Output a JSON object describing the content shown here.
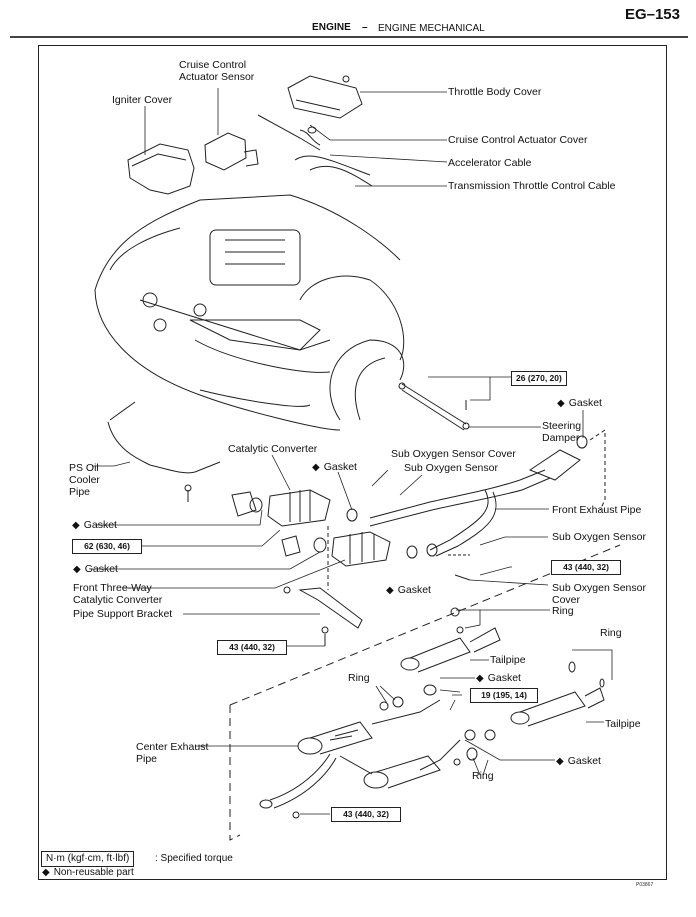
{
  "header": {
    "section": "ENGINE",
    "separator": "–",
    "subsection": "ENGINE MECHANICAL",
    "page": "EG–153"
  },
  "labels": {
    "cruise_control_actuator_sensor": "Cruise Control Actuator Sensor",
    "igniter_cover": "Igniter Cover",
    "throttle_body_cover": "Throttle Body Cover",
    "cruise_control_actuator_cover": "Cruise Control Actuator Cover",
    "accelerator_cable": "Accelerator Cable",
    "transmission_throttle_control_cable": "Transmission Throttle Control Cable",
    "steering_damper": "Steering Damper",
    "gasket_rear_front_pipe": "Gasket",
    "catalytic_converter": "Catalytic Converter",
    "gasket_center": "Gasket",
    "sub_oxygen_sensor_cover_upper": "Sub Oxygen Sensor Cover",
    "sub_oxygen_sensor_upper": "Sub Oxygen Sensor",
    "ps_oil_cooler_pipe": "PS Oil Cooler Pipe",
    "gasket_left_1": "Gasket",
    "front_exhaust_pipe": "Front Exhaust Pipe",
    "sub_oxygen_sensor_lower": "Sub Oxygen Sensor",
    "gasket_left_2": "Gasket",
    "front_three_way_cat": "Front Three-Way Catalytic Converter",
    "pipe_support_bracket": "Pipe Support Bracket",
    "gasket_lower": "Gasket",
    "sub_oxygen_sensor_cover_lower": "Sub Oxygen Sensor Cover",
    "ring_right_1": "Ring",
    "ring_right_2": "Ring",
    "tailpipe_upper": "Tailpipe",
    "gasket_tailpipe": "Gasket",
    "ring_center": "Ring",
    "center_exhaust_pipe": "Center Exhaust Pipe",
    "tailpipe_lower": "Tailpipe",
    "gasket_bottom": "Gasket",
    "ring_bottom": "Ring"
  },
  "torque_specs": {
    "steering_damper": "26 (270, 20)",
    "catalytic_converter": "62 (630, 46)",
    "sub_oxygen_sensor_cover": "43 (440, 32)",
    "pipe_support_bracket": "43 (440, 32)",
    "tailpipe_flange": "19 (195, 14)",
    "center_exhaust_pipe": "43 (440, 32)"
  },
  "legend": {
    "torque_unit": "N·m (kgf·cm, ft·lbf)",
    "torque_desc": ": Specified torque",
    "non_reusable_symbol": "◆",
    "non_reusable_desc": "Non-reusable part"
  },
  "symbols": {
    "non_reusable": "◆"
  },
  "figure_code": "P03867"
}
